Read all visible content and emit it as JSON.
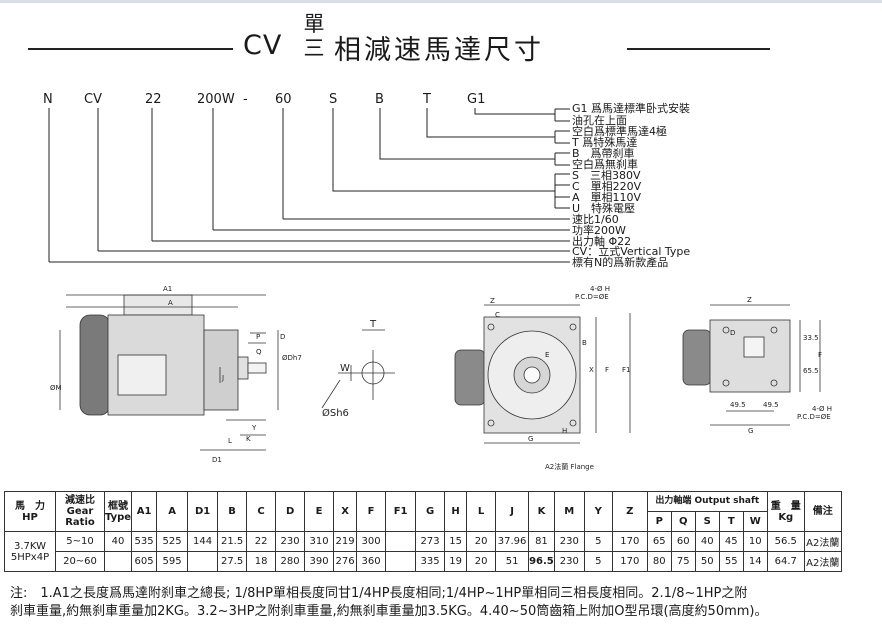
{
  "title": {
    "prefix": "CV",
    "stack_top": "單",
    "stack_bottom": "三",
    "rest": "相減速馬達尺寸"
  },
  "codes": [
    "N",
    "CV",
    "22",
    "200W",
    "-",
    "60",
    "S",
    "B",
    "T",
    "G1"
  ],
  "descriptions": [
    "G1 爲馬達標準卧式安裝",
    "油孔在上面",
    "空白爲標準馬達4極",
    "T 爲特殊馬達",
    "B　爲帶刹車",
    "空白爲無刹車",
    "S　三相380V",
    "C　單相220V",
    "A　單相110V",
    "U　特殊電壓",
    "速比1/60",
    "功率200W",
    "出力軸 Φ22",
    "CV：立式Vertical Type",
    "標有N的爲新款產品"
  ],
  "drawing_labels": {
    "a1": "A1",
    "a": "A",
    "p": "P",
    "q": "Q",
    "d": "D",
    "dh7": "ØDh7",
    "m": "ØM",
    "j": "J",
    "l": "L",
    "k": "K",
    "y": "Y",
    "d1": "D1",
    "t": "T",
    "w": "W",
    "sh6": "ØSh6",
    "z": "Z",
    "c": "C",
    "b": "B",
    "e": "E",
    "x": "X",
    "f": "F",
    "f1": "F1",
    "g": "G",
    "h": "H",
    "hole_a": "4-Ø H",
    "pcd_a": "P.C.D=ØE",
    "flange": "A2法蘭 Flange",
    "z2": "Z",
    "d2": "D",
    "f2": "F",
    "g2": "G",
    "dim1": "33.5",
    "dim2": "65.5",
    "dim3": "49.5",
    "dim4": "49.5",
    "hole_b": "4-Ø H",
    "pcd_b": "P.C.D=ØE"
  },
  "table": {
    "header_power": "馬　力",
    "header_power_en": "HP",
    "header_ratio": "減速比",
    "header_ratio_en1": "Gear",
    "header_ratio_en2": "Ratio",
    "header_type": "框號",
    "header_type_en": "Type",
    "cols": [
      "A1",
      "A",
      "D1",
      "B",
      "C",
      "D",
      "E",
      "X",
      "F",
      "F1",
      "G",
      "H",
      "L",
      "J",
      "K",
      "M",
      "Y",
      "Z"
    ],
    "shaft_group": "出力軸端 Output shaft",
    "shaft_cols": [
      "P",
      "Q",
      "S",
      "T",
      "W"
    ],
    "header_weight": "重　量",
    "header_weight_unit": "Kg",
    "header_note": "備注",
    "power_line1": "3.7KW",
    "power_line2": "5HPx4P",
    "rows": [
      {
        "ratio": "5~10",
        "type": "40",
        "vals": [
          "535",
          "525",
          "144",
          "21.5",
          "22",
          "230",
          "310",
          "219",
          "300",
          "",
          "273",
          "15",
          "20",
          "37.96",
          "81",
          "230",
          "5",
          "170"
        ],
        "shaft": [
          "65",
          "60",
          "40",
          "45",
          "10"
        ],
        "weight": "56.5",
        "note": "A2法蘭"
      },
      {
        "ratio": "20~60",
        "type": "",
        "vals": [
          "605",
          "595",
          "",
          "27.5",
          "18",
          "280",
          "390",
          "276",
          "360",
          "",
          "335",
          "19",
          "20",
          "51",
          "96.5",
          "230",
          "5",
          "170"
        ],
        "shaft": [
          "80",
          "75",
          "50",
          "55",
          "14"
        ],
        "weight": "64.7",
        "note": "A2法蘭"
      }
    ]
  },
  "note_line1": "注:　1.A1之長度爲馬達附刹車之總長; 1/8HP單相長度同甘1/4HP長度相同;1/4HP~1HP單相同三相長度相同。2.1/8~1HP之附",
  "note_line2": "刹車重量,約無刹車重量加2KG。3.2~3HP之附刹車重量,約無刹車重量加3.5KG。4.40~50筒齒箱上附加O型吊環(高度約50mm)。"
}
